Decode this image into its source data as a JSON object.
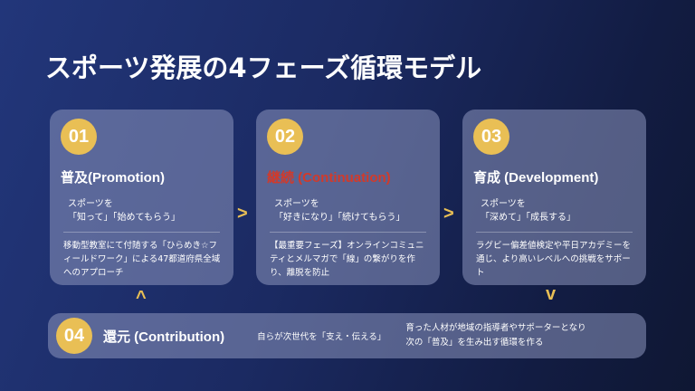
{
  "title": "スポーツ発展の4フェーズ循環モデル",
  "phases": [
    {
      "num": "01",
      "heading": "普及(Promotion)",
      "sub": "スポーツを\n「知って」「始めてもらう」",
      "desc": "移動型教室にて付随する「ひらめき☆フィールドワーク」による47都道府県全域へのアプローチ"
    },
    {
      "num": "02",
      "heading": "継続 (Continuation)",
      "sub": "スポーツを\n「好きになり」「続けてもらう」",
      "desc": "【最重要フェーズ】オンラインコミュニティとメルマガで「線」の繋がりを作り、離脱を防止"
    },
    {
      "num": "03",
      "heading": "育成 (Development)",
      "sub": "スポーツを\n「深めて」「成長する」",
      "desc": "ラグビー偏差値検定や平日アカデミーを通じ、より高いレベルへの挑戦をサポート"
    }
  ],
  "contribution": {
    "num": "04",
    "heading": "還元 (Contribution)",
    "sub": "自らが次世代を「支え・伝える」",
    "desc1": "育った人材が地域の指導者やサポーターとなり",
    "desc2": "次の「普及」を生み出す循環を作る"
  },
  "arrows": {
    "right": ">",
    "up": "^",
    "down": "v"
  },
  "colors": {
    "accent": "#e9bf55",
    "highlight": "#d23a2a"
  }
}
